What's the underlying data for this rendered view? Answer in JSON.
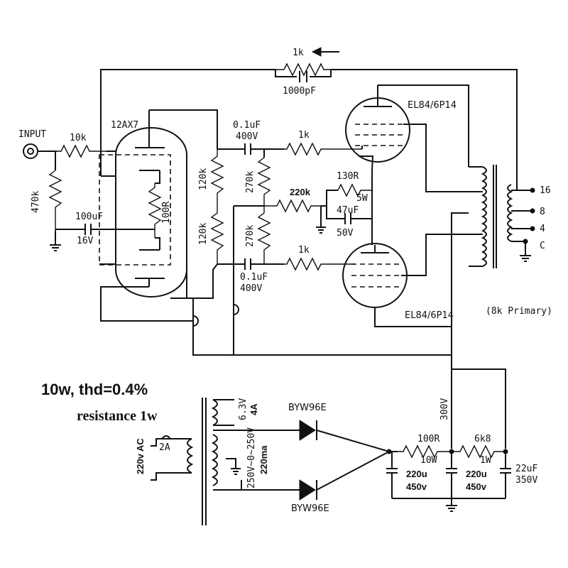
{
  "labels": {
    "fb_res": "1k",
    "fb_cap": "1000pF",
    "input": "INPUT",
    "r_in": "10k",
    "r_grid": "470k",
    "tube_pre": "12AX7",
    "r_cathode": "100R",
    "cap_cathode_v": "100uF",
    "cap_cathode_volt": "16V",
    "cap_c1_v": "0.1uF",
    "cap_c1_volt": "400V",
    "cap_c2_v": "0.1uF",
    "cap_c2_volt": "400V",
    "r_plate1": "120k",
    "r_plate2": "120k",
    "r_grid_out1": "270k",
    "r_grid_out2": "270k",
    "r_grid_stop1": "1k",
    "r_grid_stop2": "1k",
    "r_bias": "220k",
    "r_out_cath": "130R",
    "r_out_cath_w": "5W",
    "cap_out_cath_v": "47uF",
    "cap_out_cath_volt": "50V",
    "tube_out1": "EL84/6P14",
    "tube_out2": "EL84/6P14",
    "tap16": "16",
    "tap8": "8",
    "tap4": "4",
    "tapc": "C",
    "primary": "(8k Primary)",
    "b_plus": "300V",
    "spec1": "10w,  thd=0.4%",
    "spec2": "resistance  1w",
    "ac_in": "220v AC",
    "fuse": "2A",
    "heater_v": "6.3V",
    "heater_a": "4A",
    "ht_v": "250V~0~250V",
    "ht_a": "220ma",
    "diode1": "BYW96E",
    "diode2": "BYW96E",
    "r_ps1": "100R",
    "r_ps1_w": "10W",
    "r_ps2": "6k8",
    "r_ps2_w": "1W",
    "cap_ps1_v": "220u",
    "cap_ps1_volt": "450v",
    "cap_ps2_v": "220u",
    "cap_ps2_volt": "450v",
    "cap_ps3_v": "22uF",
    "cap_ps3_volt": "350V"
  }
}
